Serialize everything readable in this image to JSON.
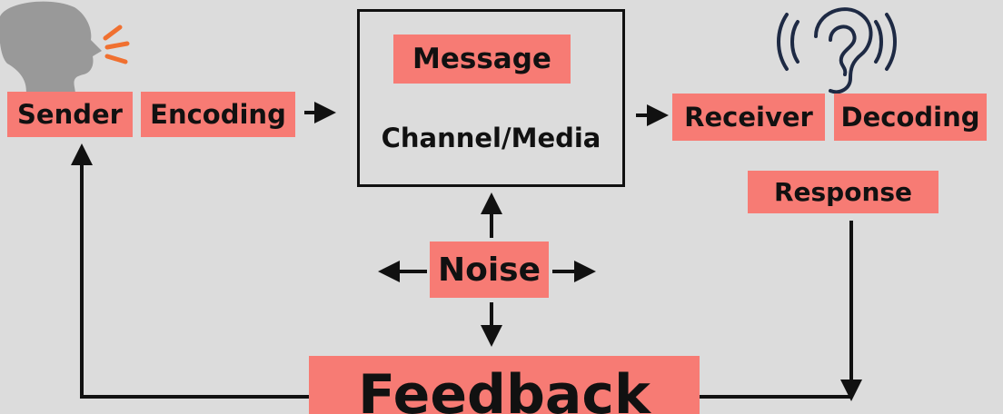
{
  "sender": {
    "label": "Sender"
  },
  "encoding": {
    "label": "Encoding"
  },
  "channel": {
    "message_label": "Message",
    "channel_label": "Channel/Media"
  },
  "receiver": {
    "label": "Receiver"
  },
  "decoding": {
    "label": "Decoding"
  },
  "response": {
    "label": "Response"
  },
  "noise": {
    "label": "Noise"
  },
  "feedback": {
    "label": "Feedback"
  },
  "colors": {
    "label_bg": "#f77b74",
    "background": "#dcdcdc",
    "arrow": "#111111",
    "speech_lines": "#f07030",
    "ear": "#1e2a44",
    "head": "#999999"
  },
  "icons": [
    "speaking-head-icon",
    "ear-icon"
  ]
}
